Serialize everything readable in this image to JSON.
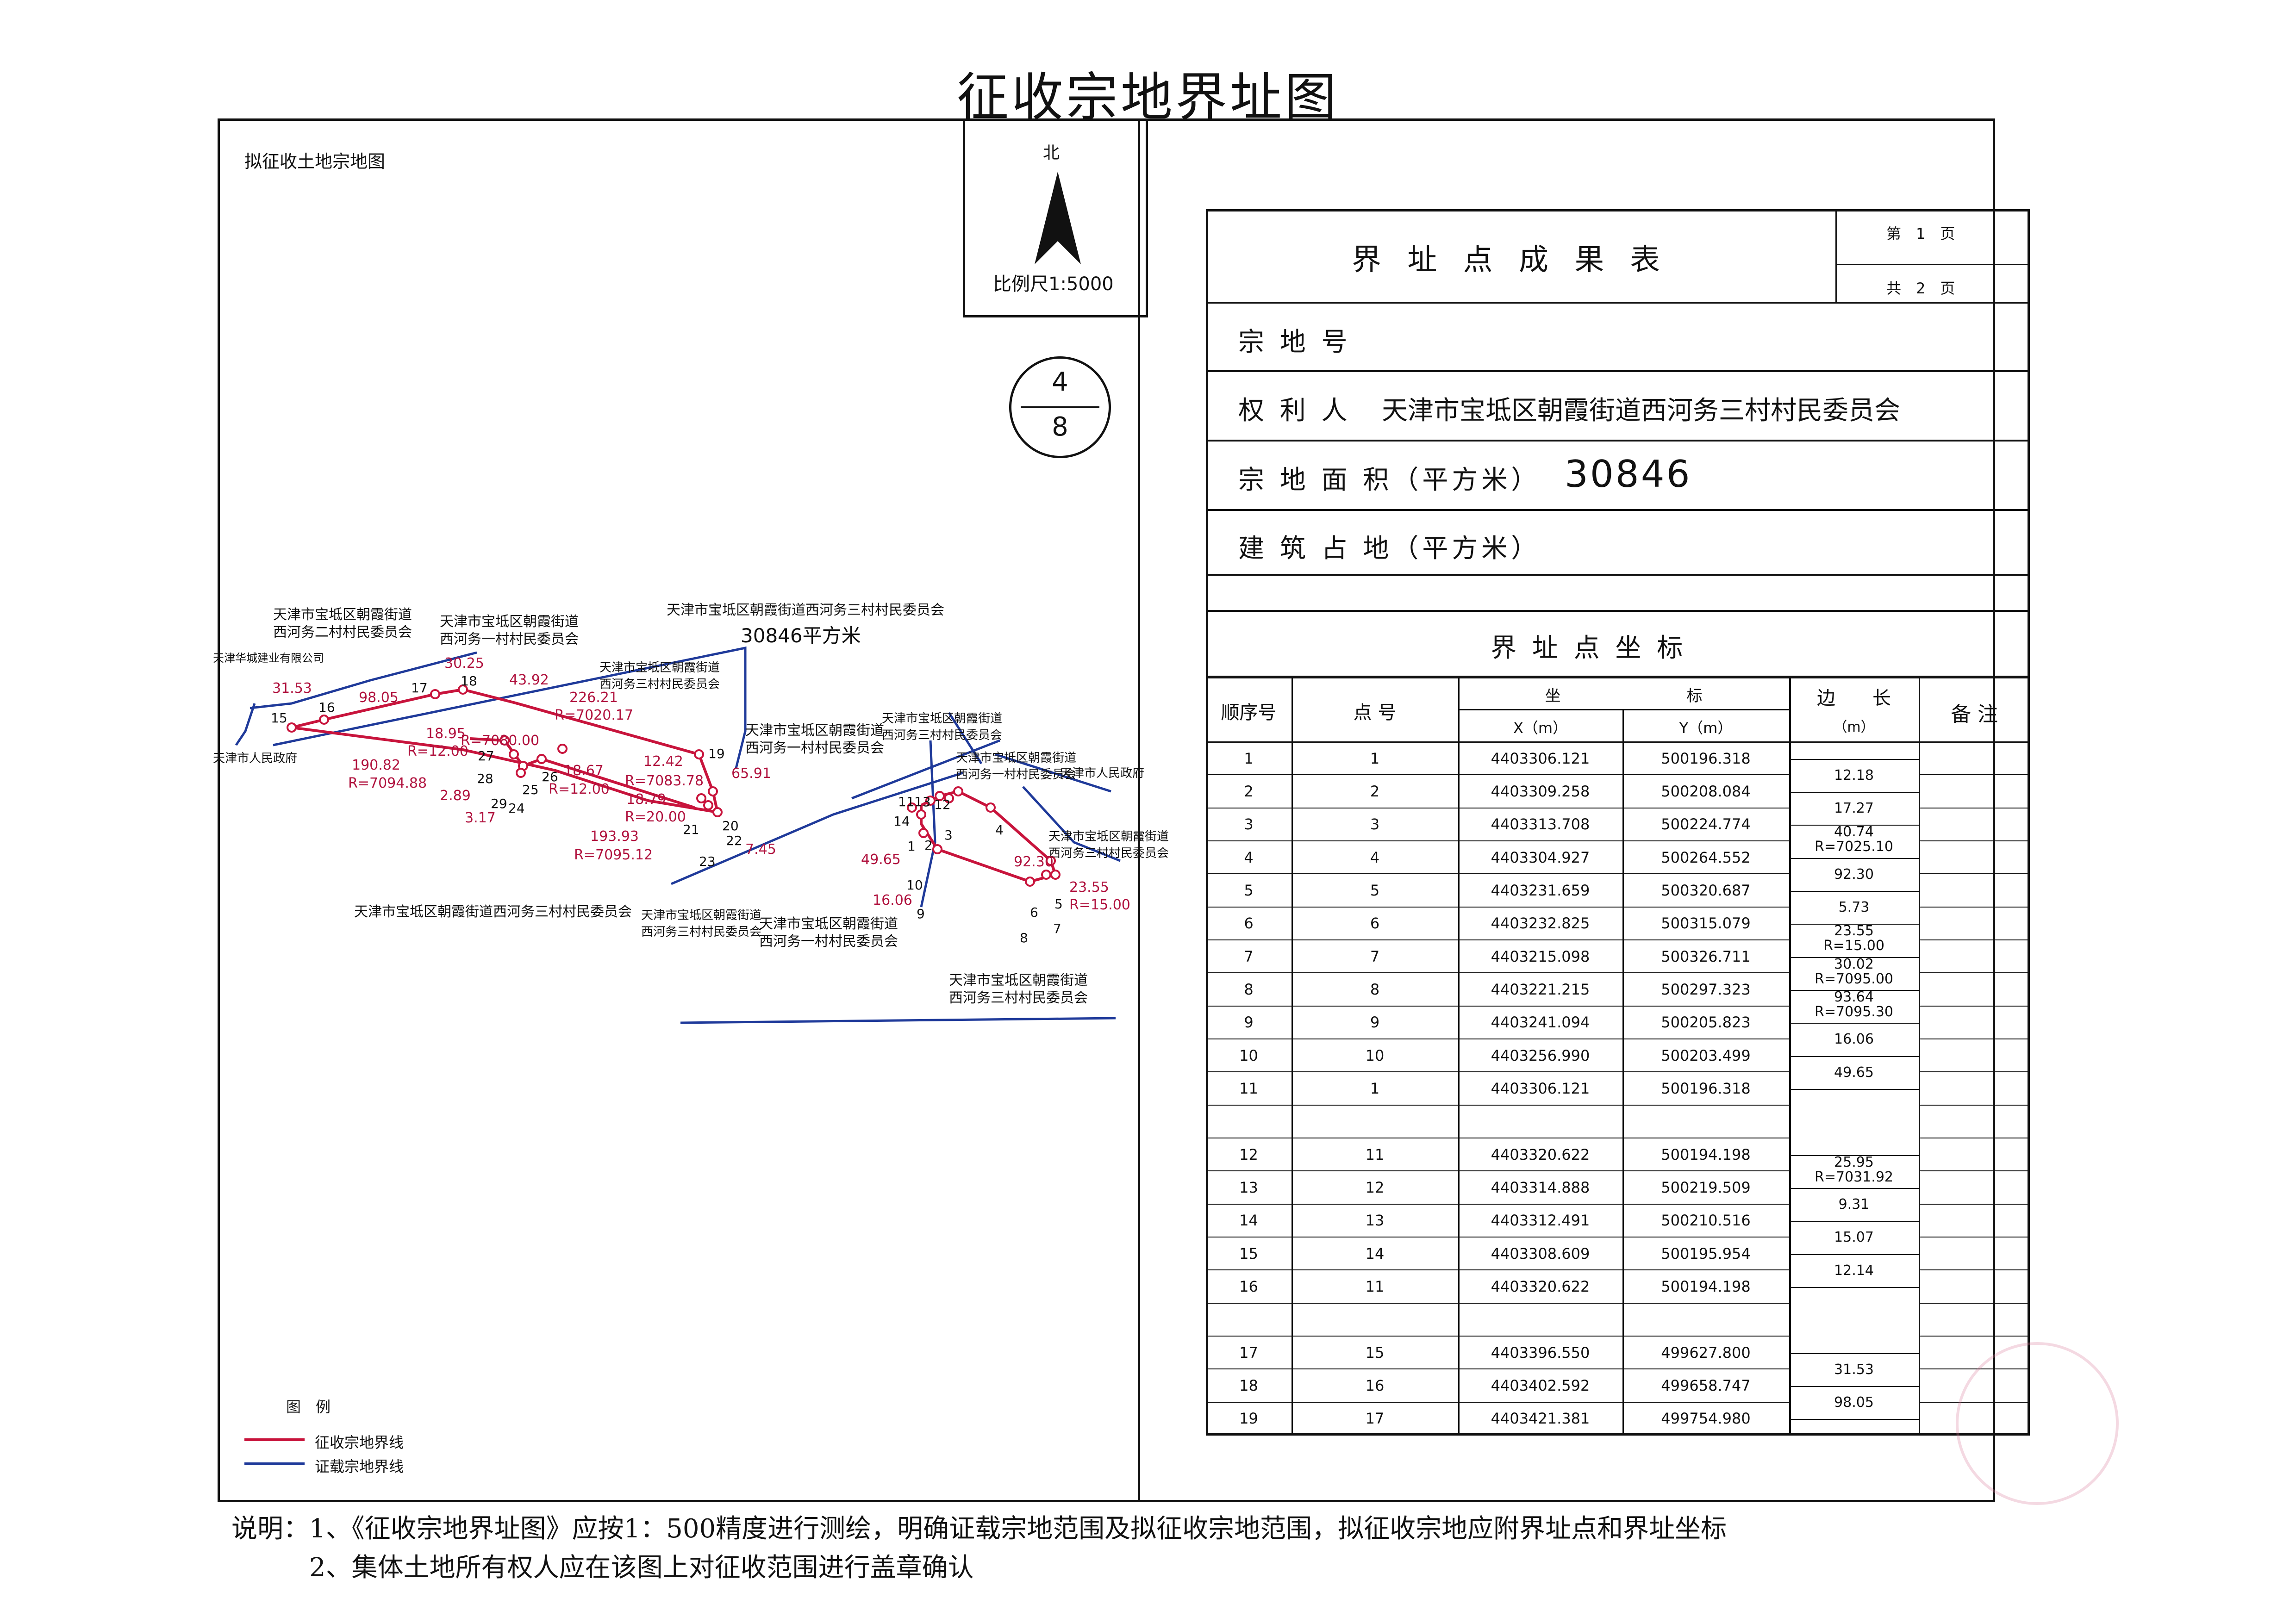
{
  "title": "征收宗地界址图",
  "map": {
    "caption": "拟征收土地宗地图",
    "north_label": "北",
    "scale_label": "比例尺1:5000",
    "sheet_num": "4",
    "sheet_den": "8",
    "labels": [
      {
        "id": "neighbor-west",
        "lines": [
          "天津市宝坻区朝霞街道",
          "西河务二村村民委员会"
        ]
      },
      {
        "id": "neighbor-company",
        "lines": [
          "天津华城建业有限公司"
        ]
      },
      {
        "id": "neighbor-gov-left",
        "lines": [
          "天津市人民政府"
        ]
      },
      {
        "id": "neighbor-north1",
        "lines": [
          "天津市宝坻区朝霞街道",
          "西河务一村村民委员会"
        ]
      },
      {
        "id": "neighbor-north2",
        "lines": [
          "天津市宝坻区朝霞街道",
          "西河务三村村民委员会"
        ]
      },
      {
        "id": "parcel-owner",
        "lines": [
          "天津市宝坻区朝霞街道西河务三村村民委员会"
        ]
      },
      {
        "id": "parcel-area",
        "lines": [
          "30846平方米"
        ]
      },
      {
        "id": "neighbor-center",
        "lines": [
          "天津市宝坻区朝霞街道",
          "西河务一村村民委员会"
        ]
      },
      {
        "id": "neighbor-right1",
        "lines": [
          "天津市宝坻区朝霞街道",
          "西河务三村村民委员会"
        ]
      },
      {
        "id": "neighbor-right2",
        "lines": [
          "天津市宝坻区朝霞街道",
          "西河务一村村民委员会"
        ]
      },
      {
        "id": "neighbor-gov-right",
        "lines": [
          "天津市人民政府"
        ]
      },
      {
        "id": "neighbor-right3",
        "lines": [
          "天津市宝坻区朝霞街道",
          "西河务三村村民委员会"
        ]
      },
      {
        "id": "owner-south",
        "lines": [
          "天津市宝坻区朝霞街道西河务三村村民委员会"
        ]
      },
      {
        "id": "neighbor-south1",
        "lines": [
          "天津市宝坻区朝霞街道",
          "西河务三村村民委员会"
        ]
      },
      {
        "id": "neighbor-south2",
        "lines": [
          "天津市宝坻区朝霞街道",
          "西河务一村村民委员会"
        ]
      },
      {
        "id": "neighbor-southeast",
        "lines": [
          "天津市宝坻区朝霞街道",
          "西河务三村村民委员会"
        ]
      }
    ],
    "dims": [
      "31.53",
      "98.05",
      "30.25",
      "43.92",
      "226.21",
      "R=7020.17",
      "65.91",
      "18.95",
      "R=12.00",
      "R=7080.00",
      "190.82",
      "R=7094.88",
      "2.89",
      "3.17",
      "18.67",
      "R=12.00",
      "12.42",
      "R=7083.78",
      "18.79",
      "R=20.00",
      "193.93",
      "R=7095.12",
      "7.45",
      "49.65",
      "16.06",
      "92.30",
      "23.55",
      "R=15.00"
    ],
    "points": [
      "15",
      "16",
      "17",
      "18",
      "19",
      "20",
      "21",
      "22",
      "23",
      "24",
      "25",
      "26",
      "27",
      "28",
      "29",
      "1",
      "2",
      "3",
      "4",
      "5",
      "6",
      "7",
      "8",
      "9",
      "10",
      "11",
      "12",
      "13",
      "14"
    ],
    "legend_title": "图　例",
    "legend": [
      {
        "label": "征收宗地界线",
        "color": "#c8143c"
      },
      {
        "label": "证载宗地界线",
        "color": "#1f3a9a"
      }
    ]
  },
  "table": {
    "title": "界 址 点 成 果 表",
    "page_label": "第　1　页",
    "total_label": "共　2　页",
    "parcel_no_label": "宗 地 号",
    "owner_label": "权 利 人",
    "owner_value": "天津市宝坻区朝霞街道西河务三村村民委员会",
    "area_label": "宗 地 面 积（平方米）",
    "area_value": "30846",
    "building_label": "建 筑 占 地（平方米）",
    "coords_title": "界 址 点 坐 标",
    "headers": {
      "seq": "顺序号",
      "pt": "点 号",
      "coord": "坐　　　　　　　　标",
      "x": "X（m）",
      "y": "Y（m）",
      "len": "边　　长",
      "len_unit": "（m）",
      "note": "备 注"
    },
    "rows": [
      {
        "seq": "1",
        "pt": "1",
        "x": "4403306.121",
        "y": "500196.318"
      },
      {
        "seq": "2",
        "pt": "2",
        "x": "4403309.258",
        "y": "500208.084"
      },
      {
        "seq": "3",
        "pt": "3",
        "x": "4403313.708",
        "y": "500224.774"
      },
      {
        "seq": "4",
        "pt": "4",
        "x": "4403304.927",
        "y": "500264.552"
      },
      {
        "seq": "5",
        "pt": "5",
        "x": "4403231.659",
        "y": "500320.687"
      },
      {
        "seq": "6",
        "pt": "6",
        "x": "4403232.825",
        "y": "500315.079"
      },
      {
        "seq": "7",
        "pt": "7",
        "x": "4403215.098",
        "y": "500326.711"
      },
      {
        "seq": "8",
        "pt": "8",
        "x": "4403221.215",
        "y": "500297.323"
      },
      {
        "seq": "9",
        "pt": "9",
        "x": "4403241.094",
        "y": "500205.823"
      },
      {
        "seq": "10",
        "pt": "10",
        "x": "4403256.990",
        "y": "500203.499"
      },
      {
        "seq": "11",
        "pt": "1",
        "x": "4403306.121",
        "y": "500196.318"
      },
      {
        "seq": "",
        "pt": "",
        "x": "",
        "y": ""
      },
      {
        "seq": "12",
        "pt": "11",
        "x": "4403320.622",
        "y": "500194.198"
      },
      {
        "seq": "13",
        "pt": "12",
        "x": "4403314.888",
        "y": "500219.509"
      },
      {
        "seq": "14",
        "pt": "13",
        "x": "4403312.491",
        "y": "500210.516"
      },
      {
        "seq": "15",
        "pt": "14",
        "x": "4403308.609",
        "y": "500195.954"
      },
      {
        "seq": "16",
        "pt": "11",
        "x": "4403320.622",
        "y": "500194.198"
      },
      {
        "seq": "",
        "pt": "",
        "x": "",
        "y": ""
      },
      {
        "seq": "17",
        "pt": "15",
        "x": "4403396.550",
        "y": "499627.800"
      },
      {
        "seq": "18",
        "pt": "16",
        "x": "4403402.592",
        "y": "499658.747"
      },
      {
        "seq": "19",
        "pt": "17",
        "x": "4403421.381",
        "y": "499754.980"
      }
    ],
    "edges": [
      {
        "after": 0,
        "text": "12.18"
      },
      {
        "after": 1,
        "text": "17.27"
      },
      {
        "after": 2,
        "text": "40.74",
        "r": "R=7025.10"
      },
      {
        "after": 3,
        "text": "92.30"
      },
      {
        "after": 4,
        "text": "5.73"
      },
      {
        "after": 5,
        "text": "23.55",
        "r": "R=15.00"
      },
      {
        "after": 6,
        "text": "30.02",
        "r": "R=7095.00"
      },
      {
        "after": 7,
        "text": "93.64",
        "r": "R=7095.30"
      },
      {
        "after": 8,
        "text": "16.06"
      },
      {
        "after": 9,
        "text": "49.65"
      },
      {
        "after": 12,
        "text": "25.95",
        "r": "R=7031.92"
      },
      {
        "after": 13,
        "text": "9.31"
      },
      {
        "after": 14,
        "text": "15.07"
      },
      {
        "after": 15,
        "text": "12.14"
      },
      {
        "after": 18,
        "text": "31.53"
      },
      {
        "after": 19,
        "text": "98.05"
      }
    ]
  },
  "notes": [
    "说明：1、《征收宗地界址图》应按1：500精度进行测绘，明确证载宗地范围及拟征收宗地范围，拟征收宗地应附界址点和界址坐标",
    "　　　2、集体土地所有权人应在该图上对征收范围进行盖章确认"
  ]
}
